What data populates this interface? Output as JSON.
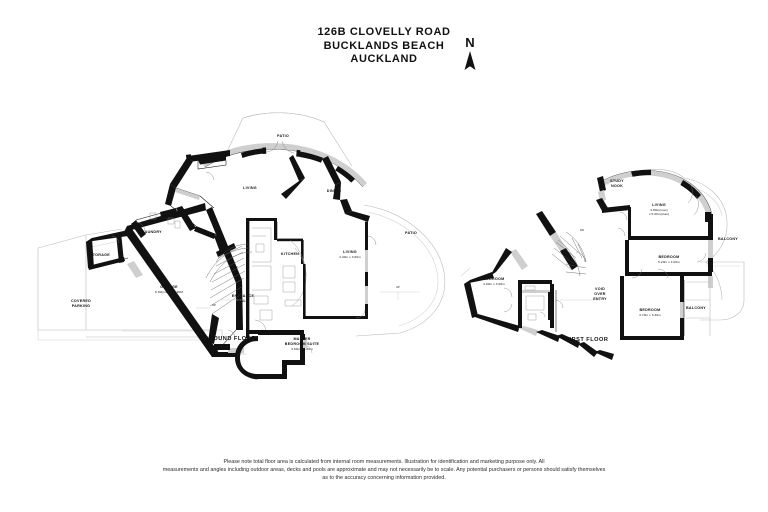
{
  "header": {
    "address_line1": "126B CLOVELLY ROAD",
    "address_line2": "BUCKLANDS BEACH",
    "address_line3": "AUCKLAND",
    "compass_label": "N",
    "compass_icon": "north-arrow-icon"
  },
  "floors": [
    {
      "id": "ground",
      "label": "GROUND FLOOR",
      "rooms": [
        {
          "name": "PATIO",
          "dims": ""
        },
        {
          "name": "LIVING",
          "dims": ""
        },
        {
          "name": "DINING",
          "dims": ""
        },
        {
          "name": "PATIO",
          "dims": ""
        },
        {
          "name": "KITCHEN",
          "dims": ""
        },
        {
          "name": "LIVING",
          "dims": "4.40m x 3.60m"
        },
        {
          "name": "LAUNDRY",
          "dims": ""
        },
        {
          "name": "STORAGE",
          "dims": ""
        },
        {
          "name": "GARAGE",
          "dims": "6.30(max) X 5.90M"
        },
        {
          "name": "COVERED PARKING",
          "dims": ""
        },
        {
          "name": "ENTRANCE HALL",
          "dims": ""
        },
        {
          "name": "MASTER BEDROOM SUITE",
          "dims": "3.60m x 4.80m"
        }
      ],
      "stair_marks": [
        "UP",
        "UP",
        "UP"
      ]
    },
    {
      "id": "first",
      "label": "FIRST FLOOR",
      "rooms": [
        {
          "name": "STUDY NOOK",
          "dims": ""
        },
        {
          "name": "LIVING",
          "dims": "4.80m(max) x 5.00m(max)"
        },
        {
          "name": "BALCONY",
          "dims": ""
        },
        {
          "name": "BEDROOM",
          "dims": "5.20m x 4.00m"
        },
        {
          "name": "BEDROOM",
          "dims": "3.00m x 3.00m"
        },
        {
          "name": "VOID OVER ENTRY",
          "dims": ""
        },
        {
          "name": "BEDROOM",
          "dims": "3.70m x 3.30m"
        },
        {
          "name": "BALCONY",
          "dims": ""
        }
      ],
      "stair_marks": [
        "DN"
      ]
    }
  ],
  "labels": {
    "ground_floor": "GROUND FLOOR",
    "first_floor": "FIRST FLOOR",
    "patio_top": "PATIO",
    "patio_right": "PATIO",
    "living_top": "LIVING",
    "dining": "DINING",
    "kitchen": "KITCHEN",
    "living_main": "LIVING",
    "living_main_dims": "4.40m x 3.60m",
    "laundry": "LAUNDRY",
    "storage": "STORAGE",
    "garage": "GARAGE",
    "garage_dims": "6.30(max) X 5.90M",
    "covered_parking_l1": "COVERED",
    "covered_parking_l2": "PARKING",
    "entrance_hall_l1": "ENTRANCE",
    "entrance_hall_l2": "HALL",
    "master_l1": "MASTER",
    "master_l2": "BEDROOM SUITE",
    "master_dims": "3.60m x 4.80m",
    "study_l1": "STUDY",
    "study_l2": "NOOK",
    "living_up": "LIVING",
    "living_up_dims1": "4.80m(max)",
    "living_up_dims2": "x 5.00m(max)",
    "balcony_right": "BALCONY",
    "balcony_lower": "BALCONY",
    "bedroom_main": "BEDROOM",
    "bedroom_main_dims": "5.20m x 4.00m",
    "bedroom_left": "BEDROOM",
    "bedroom_left_dims": "3.00m x 3.00m",
    "void_l1": "VOID",
    "void_l2": "OVER",
    "void_l3": "ENTRY",
    "bedroom_lower": "BEDROOM",
    "bedroom_lower_dims": "3.70m x 3.30m",
    "up_mark": "UP",
    "dn_mark": "DN"
  },
  "disclaimer": {
    "line1": "Please note total floor area is calculated from internal room measurements. Illustration for identification and marketing purpose only. All",
    "line2": "measurements and angles including outdoor areas, decks and pools are approximate and may not necessarily be to scale. Any potential purchasers or persons should satisfy themselves",
    "line3": "as to the accuracy concerning information provided."
  },
  "colors": {
    "wall": "#111111",
    "wall_light": "#cfcfcf",
    "outline_faint": "#bbbbbb",
    "background": "#ffffff",
    "text": "#111111"
  }
}
